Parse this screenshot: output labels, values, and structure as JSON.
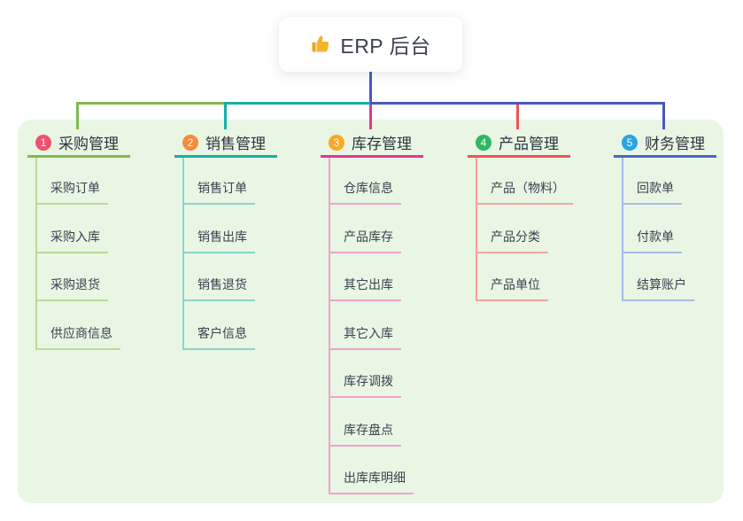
{
  "root": {
    "label": "ERP 后台",
    "icon": "thumbs-up-icon"
  },
  "branches": [
    {
      "index": "1",
      "label": "采购管理",
      "badge_color": "#F0506E",
      "line_color": "#7FB84F",
      "child_line_color": "#B7DC92",
      "children": [
        "采购订单",
        "采购入库",
        "采购退货",
        "供应商信息"
      ]
    },
    {
      "index": "2",
      "label": "销售管理",
      "badge_color": "#F98A3C",
      "line_color": "#16B0A6",
      "child_line_color": "#85D6CE",
      "children": [
        "销售订单",
        "销售出库",
        "销售退货",
        "客户信息"
      ]
    },
    {
      "index": "3",
      "label": "库存管理",
      "badge_color": "#F9A825",
      "line_color": "#E03694",
      "child_line_color": "#F2A2CF",
      "children": [
        "仓库信息",
        "产品库存",
        "其它出库",
        "其它入库",
        "库存调拨",
        "库存盘点",
        "出库库明细"
      ]
    },
    {
      "index": "4",
      "label": "产品管理",
      "badge_color": "#2EB863",
      "line_color": "#EF5456",
      "child_line_color": "#F6A2A2",
      "children": [
        "产品（物料）",
        "产品分类",
        "产品单位"
      ]
    },
    {
      "index": "5",
      "label": "财务管理",
      "badge_color": "#2BA3E3",
      "line_color": "#4667CE",
      "child_line_color": "#A6BAEA",
      "children": [
        "回款单",
        "付款单",
        "结算账户"
      ]
    }
  ],
  "palette": {
    "page_background": "#FFFFFF",
    "panel_background": "#E9F6E3",
    "trunk_color": "#4A57C0",
    "root_text": "#3C4254",
    "branch_title_text": "#2F3440",
    "child_text": "#3A4150",
    "thumb_yellow": "#F6B42C"
  }
}
